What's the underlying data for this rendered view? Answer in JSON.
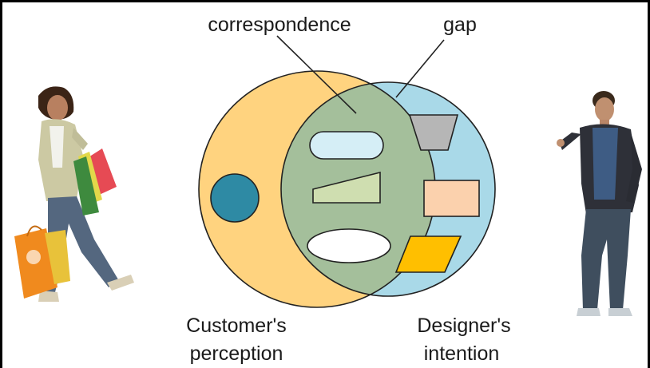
{
  "labels": {
    "correspondence": "correspondence",
    "gap": "gap",
    "customer_line1": "Customer's",
    "customer_line2": "perception",
    "designer_line1": "Designer's",
    "designer_line2": "intention"
  },
  "colors": {
    "customer_circle": "#ffd37f",
    "designer_circle": "#a9d9e8",
    "overlap": "#a4bf9b",
    "customer_dot": "#2e8aa4",
    "rounded_rect": "#d5eef6",
    "trapezoid": "#b6b6b6",
    "wedge": "#cfdeb0",
    "peach_rect": "#fbd1ad",
    "parallelogram": "#ffbf00"
  },
  "figures": {
    "left": "shopper-woman-with-bags",
    "right": "man-in-hoodie-pointing"
  }
}
